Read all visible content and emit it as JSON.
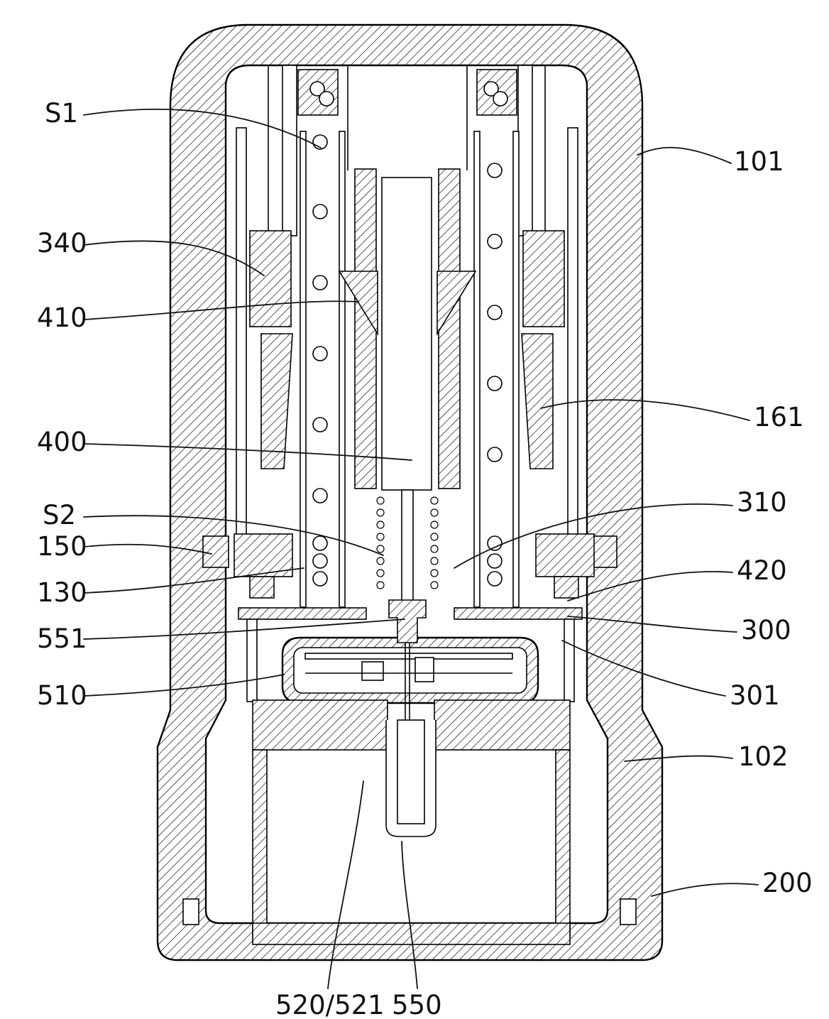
{
  "figure": {
    "description": "Cross-sectional patent drawing of a dispensing / injection device",
    "background_color": "#ffffff",
    "line_color": "#000000",
    "labels": {
      "s1": "S1",
      "n101": "101",
      "n340": "340",
      "n410": "410",
      "n161": "161",
      "n400": "400",
      "n310": "310",
      "s2": "S2",
      "n150": "150",
      "n420": "420",
      "n130": "130",
      "n551": "551",
      "n300": "300",
      "n510": "510",
      "n301": "301",
      "n102": "102",
      "n200": "200",
      "n520_521": "520/521",
      "n550": "550"
    }
  }
}
